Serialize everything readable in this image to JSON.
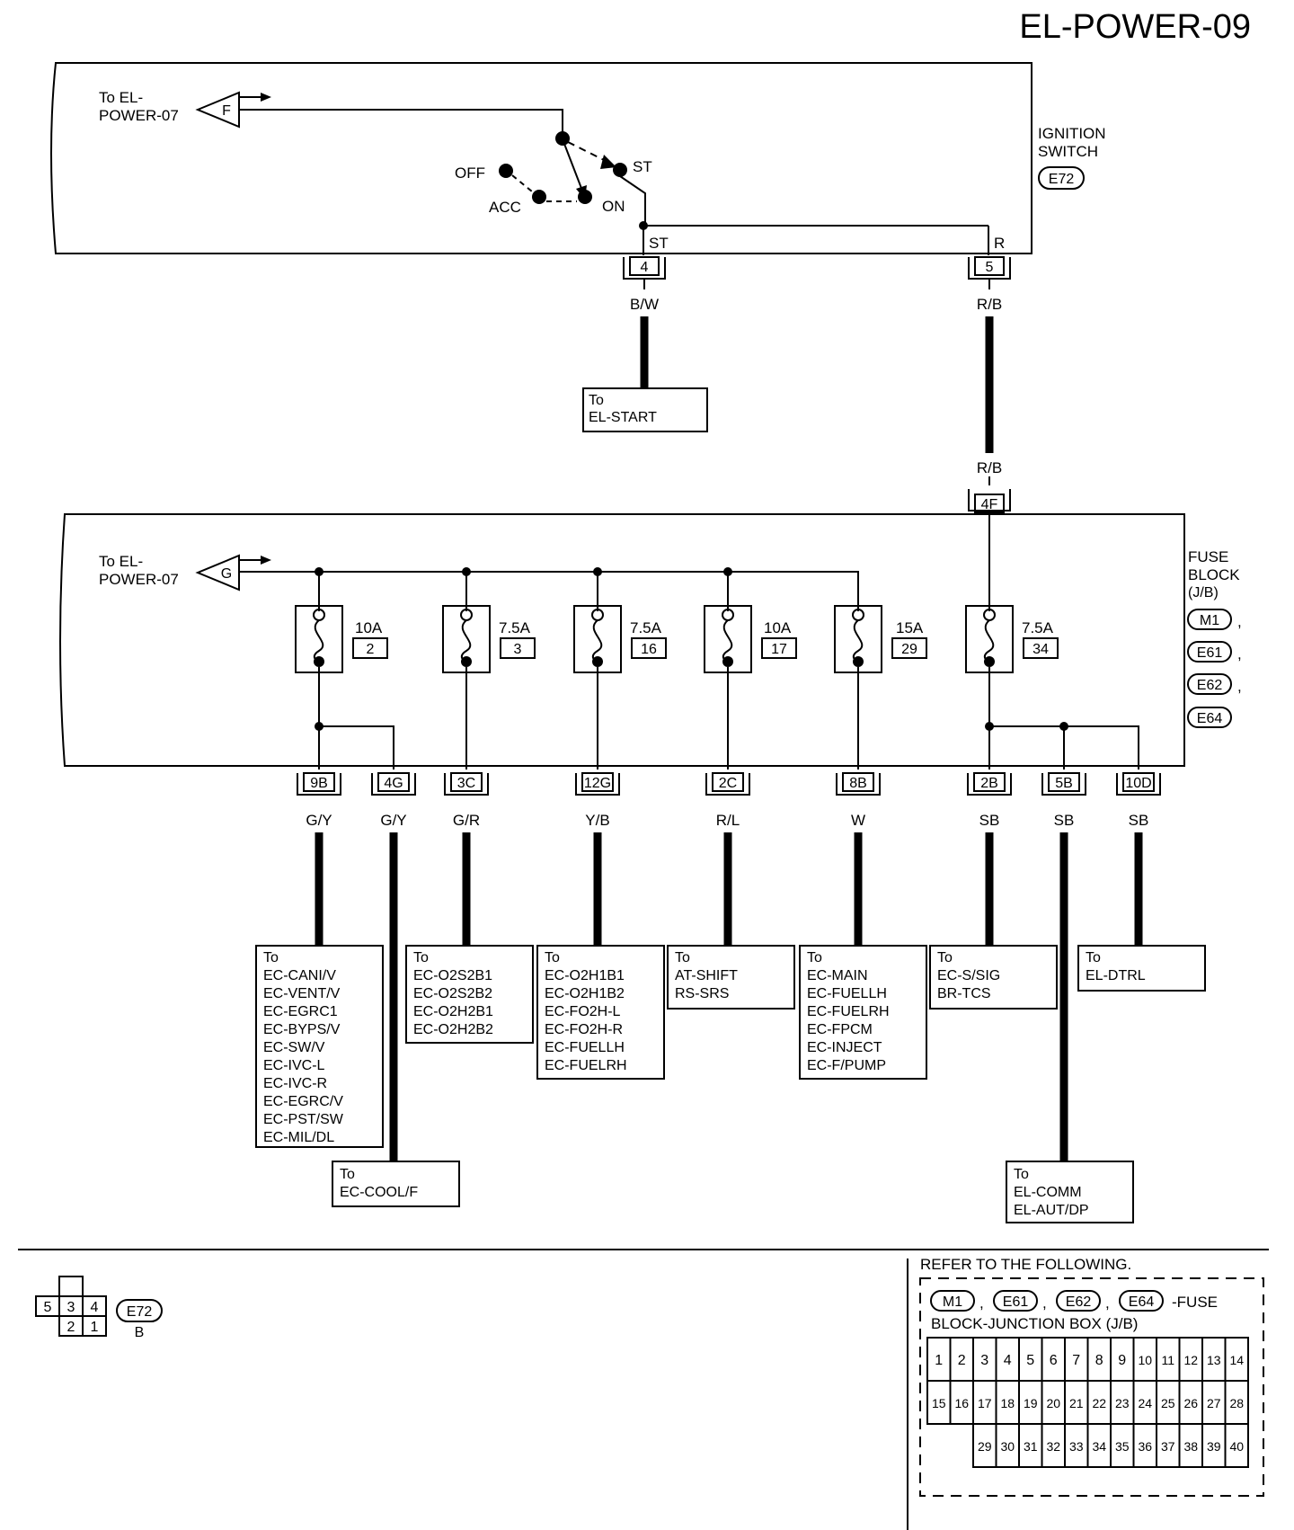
{
  "page_code": "EL-POWER-09",
  "ignition": {
    "label_line1": "IGNITION",
    "label_line2": "SWITCH",
    "connector": "E72",
    "to_line1": "To EL-",
    "to_line2": "POWER-07",
    "link": "F",
    "positions": {
      "off": "OFF",
      "acc": "ACC",
      "on": "ON",
      "st": "ST"
    },
    "pin_st_label": "ST",
    "pin_r_label": "R",
    "pin_st": "4",
    "pin_r": "5",
    "wire_st": "B/W",
    "wire_r": "R/B",
    "wire_r_bottom": "R/B",
    "to_start_line1": "To",
    "to_start_line2": "EL-START"
  },
  "fuse_block": {
    "label_line1": "FUSE",
    "label_line2": "BLOCK",
    "label_line3": "(J/B)",
    "connectors": [
      "M1",
      "E61",
      "E62",
      "E64"
    ],
    "comma": ",",
    "input_pin": "4F",
    "to_line1": "To EL-",
    "to_line2": "POWER-07",
    "link": "G",
    "fuses": [
      {
        "amp": "10A",
        "num": "2"
      },
      {
        "amp": "7.5A",
        "num": "3"
      },
      {
        "amp": "7.5A",
        "num": "16"
      },
      {
        "amp": "10A",
        "num": "17"
      },
      {
        "amp": "15A",
        "num": "29"
      },
      {
        "amp": "7.5A",
        "num": "34"
      }
    ],
    "outputs": [
      {
        "pin": "9B",
        "color": "G/Y"
      },
      {
        "pin": "4G",
        "color": "G/Y"
      },
      {
        "pin": "3C",
        "color": "G/R"
      },
      {
        "pin": "12G",
        "color": "Y/B"
      },
      {
        "pin": "2C",
        "color": "R/L"
      },
      {
        "pin": "8B",
        "color": "W"
      },
      {
        "pin": "2B",
        "color": "SB"
      },
      {
        "pin": "5B",
        "color": "SB"
      },
      {
        "pin": "10D",
        "color": "SB"
      }
    ]
  },
  "destinations": [
    {
      "lines": [
        "To",
        "EC-CANI/V",
        "EC-VENT/V",
        "EC-EGRC1",
        "EC-BYPS/V",
        "EC-SW/V",
        "EC-IVC-L",
        "EC-IVC-R",
        "EC-EGRC/V",
        "EC-PST/SW",
        "EC-MIL/DL"
      ]
    },
    {
      "lines": [
        "To",
        "EC-COOL/F"
      ]
    },
    {
      "lines": [
        "To",
        "EC-O2S2B1",
        "EC-O2S2B2",
        "EC-O2H2B1",
        "EC-O2H2B2"
      ]
    },
    {
      "lines": [
        "To",
        "EC-O2H1B1",
        "EC-O2H1B2",
        "EC-FO2H-L",
        "EC-FO2H-R",
        "EC-FUELLH",
        "EC-FUELRH"
      ]
    },
    {
      "lines": [
        "To",
        "AT-SHIFT",
        "RS-SRS"
      ]
    },
    {
      "lines": [
        "To",
        "EC-MAIN",
        "EC-FUELLH",
        "EC-FUELRH",
        "EC-FPCM",
        "EC-INJECT",
        "EC-F/PUMP"
      ]
    },
    {
      "lines": [
        "To",
        "EC-S/SIG",
        "BR-TCS"
      ]
    },
    {
      "lines": [
        "To",
        "EL-COMM",
        "EL-AUT/DP"
      ]
    },
    {
      "lines": [
        "To",
        "EL-DTRL"
      ]
    }
  ],
  "connector_view": {
    "pins_top": [
      "5",
      "3",
      "4"
    ],
    "pins_bottom": [
      "2",
      "1"
    ],
    "connector": "E72",
    "color": "B"
  },
  "reference": {
    "title": "REFER TO THE FOLLOWING.",
    "connectors": [
      "M1",
      "E61",
      "E62",
      "E64"
    ],
    "comma": ",",
    "suffix": "-FUSE",
    "line2": "BLOCK-JUNCTION BOX (J/B)",
    "row1": [
      "1",
      "2",
      "3",
      "4",
      "5",
      "6",
      "7",
      "8",
      "9",
      "10",
      "11",
      "12",
      "13",
      "14"
    ],
    "row2": [
      "15",
      "16",
      "17",
      "18",
      "19",
      "20",
      "21",
      "22",
      "23",
      "24",
      "25",
      "26",
      "27",
      "28"
    ],
    "row3": [
      "29",
      "30",
      "31",
      "32",
      "33",
      "34",
      "35",
      "36",
      "37",
      "38",
      "39",
      "40"
    ]
  }
}
